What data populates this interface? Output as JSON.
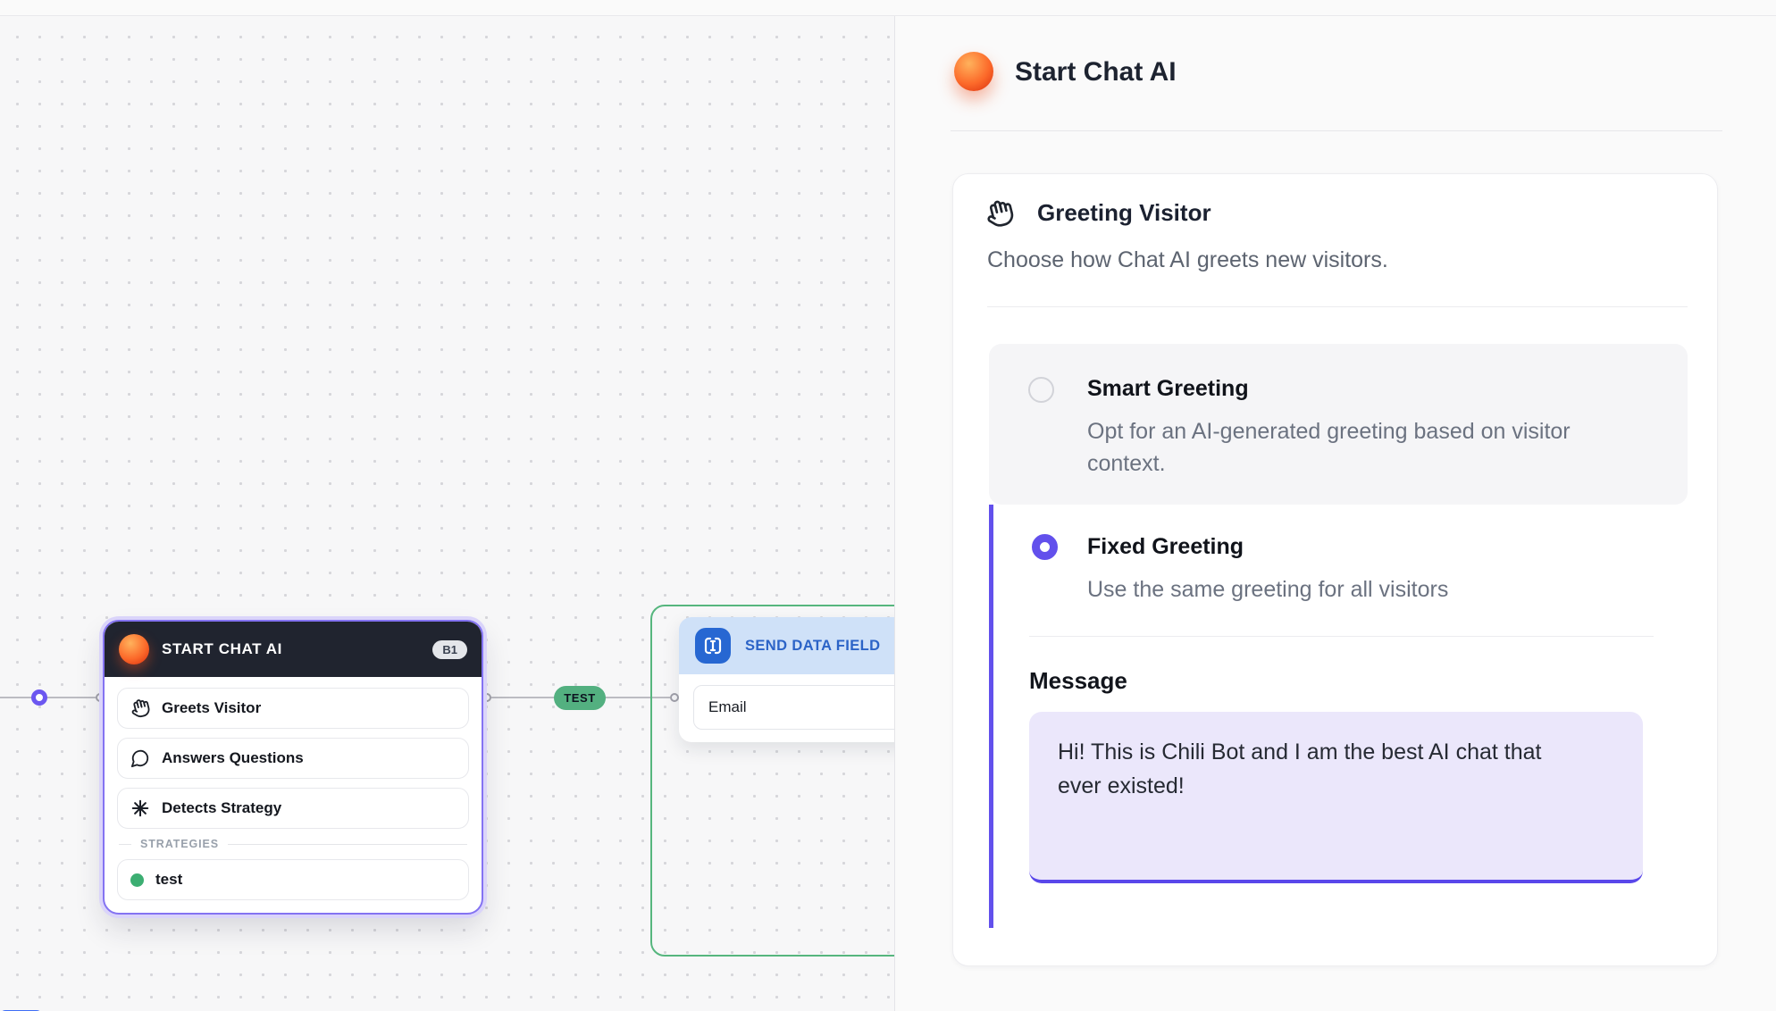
{
  "canvas": {
    "start_node": {
      "title": "START CHAT AI",
      "badge": "B1",
      "items": [
        {
          "icon": "hand-icon",
          "label": "Greets Visitor"
        },
        {
          "icon": "chat-bubble-icon",
          "label": "Answers Questions"
        },
        {
          "icon": "asterisk-icon",
          "label": "Detects Strategy"
        }
      ],
      "section_label": "STRATEGIES",
      "strategies": [
        {
          "label": "test"
        }
      ]
    },
    "edge_label": "TEST",
    "send_node": {
      "title": "SEND DATA FIELD",
      "field_value": "Email"
    }
  },
  "panel": {
    "title": "Start Chat AI",
    "greeting": {
      "heading": "Greeting Visitor",
      "subheading": "Choose how Chat AI greets new visitors.",
      "options": [
        {
          "title": "Smart Greeting",
          "description": "Opt for an AI-generated greeting based on visitor context.",
          "selected": false
        },
        {
          "title": "Fixed Greeting",
          "description": "Use the same greeting for all visitors",
          "selected": true
        }
      ],
      "message_label": "Message",
      "message_value": "Hi! This is Chili Bot and I am the best AI chat that ever existed!"
    }
  },
  "colors": {
    "accent_purple": "#6250ec",
    "node_border_purple": "#8473f2",
    "edge_green": "#53b080",
    "group_green": "#56b67e",
    "strategy_dot_green": "#3cae72",
    "send_header_blue": "#cfe1f8",
    "send_icon_blue": "#2767d2",
    "node_header_dark": "#20242f",
    "message_bg": "#ebe7fb"
  }
}
